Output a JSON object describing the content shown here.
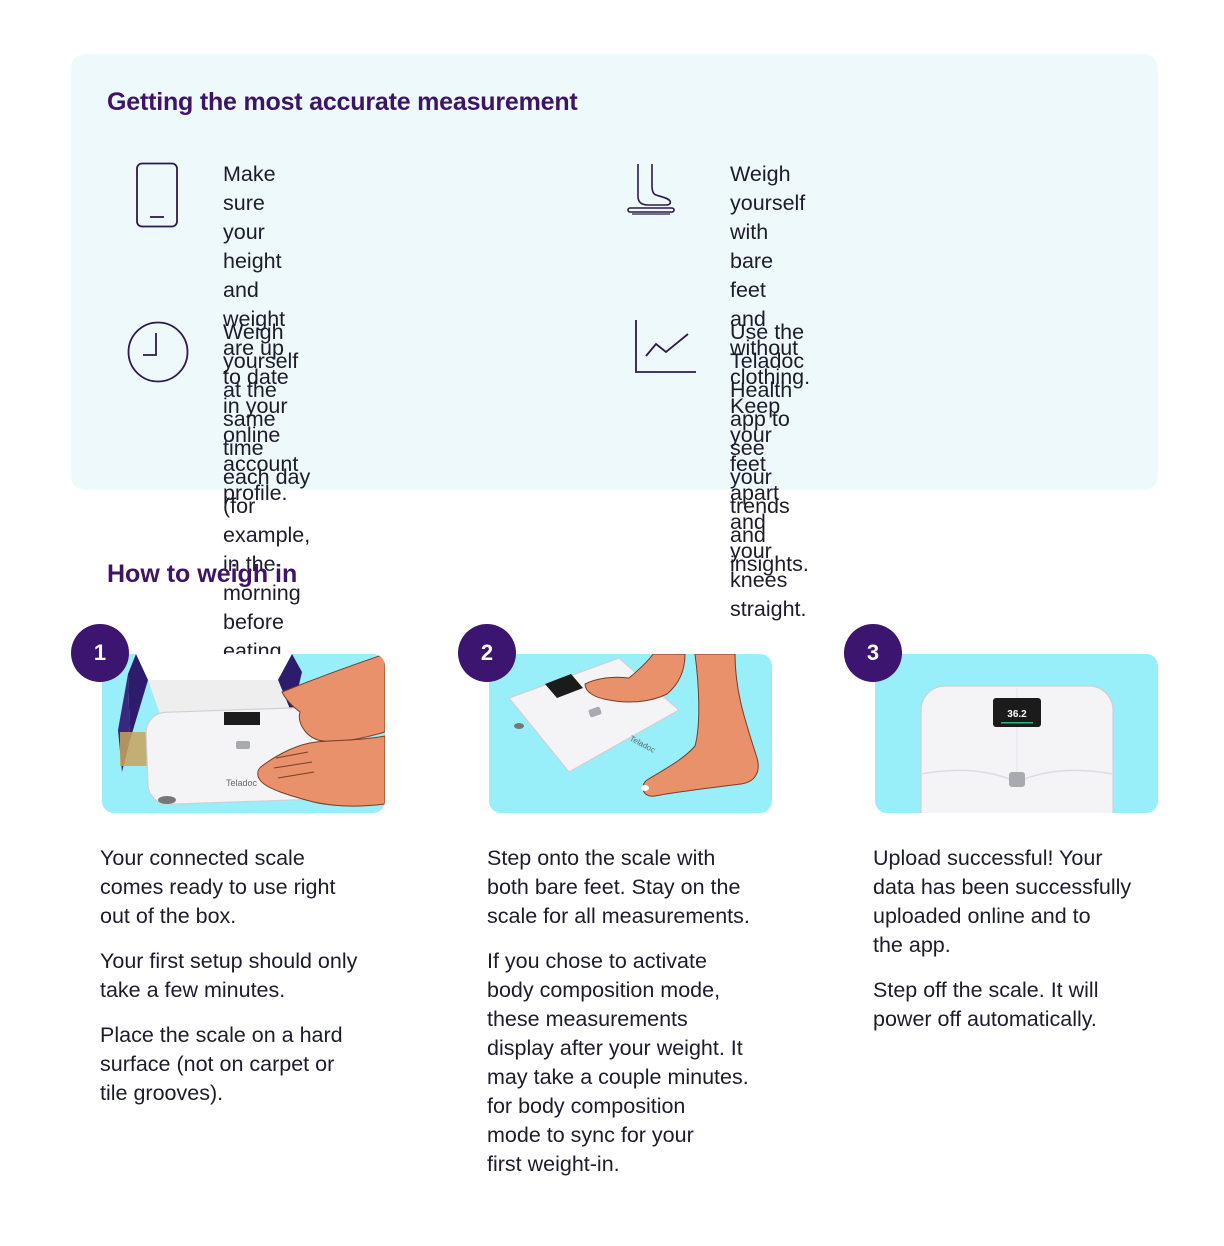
{
  "tips_section": {
    "title": "Getting the most accurate measurement",
    "items": [
      {
        "icon": "phone-icon",
        "text": "Make sure your height and\nweight are up to date in your\nonline account profile."
      },
      {
        "icon": "bare-foot-on-scale-icon",
        "text": "Weigh yourself with bare feet\nand without clothing. Keep\nyour feet apart and your\nknees straight."
      },
      {
        "icon": "clock-icon",
        "text": "Weigh yourself at the same\ntime each day (for example,\nin the morning before eating\nor drinking)."
      },
      {
        "icon": "trend-chart-icon",
        "text": "Use the Teladoc Health app to\nsee your trends and insights."
      }
    ]
  },
  "how_section": {
    "title": "How to weigh in",
    "steps": [
      {
        "number": "1",
        "scale_brand": "Teladoc",
        "paragraphs": [
          "Your connected scale\ncomes ready to use right\nout of the box.",
          "Your first setup should only\ntake a few minutes.",
          "Place the scale on a hard\nsurface (not on carpet or\ntile grooves)."
        ]
      },
      {
        "number": "2",
        "scale_brand": "Teladoc",
        "paragraphs": [
          "Step onto the scale with\nboth bare feet. Stay on the\nscale for all measurements.",
          "If you chose to activate\nbody composition mode,\nthese measurements\ndisplay after your weight. It\nmay take a couple minutes.\nfor body composition\nmode to sync for your\nfirst weight-in."
        ]
      },
      {
        "number": "3",
        "display_reading": "36.2",
        "paragraphs": [
          "Upload successful! Your\ndata has been successfully\nuploaded online and to\nthe app.",
          "Step off the scale. It will\npower off automatically."
        ]
      }
    ]
  },
  "colors": {
    "brand_purple": "#3d1466",
    "badge_purple": "#3b1570",
    "tips_background": "#eef9fb",
    "illustration_background": "#98eef9",
    "skin": "#e8916a"
  }
}
